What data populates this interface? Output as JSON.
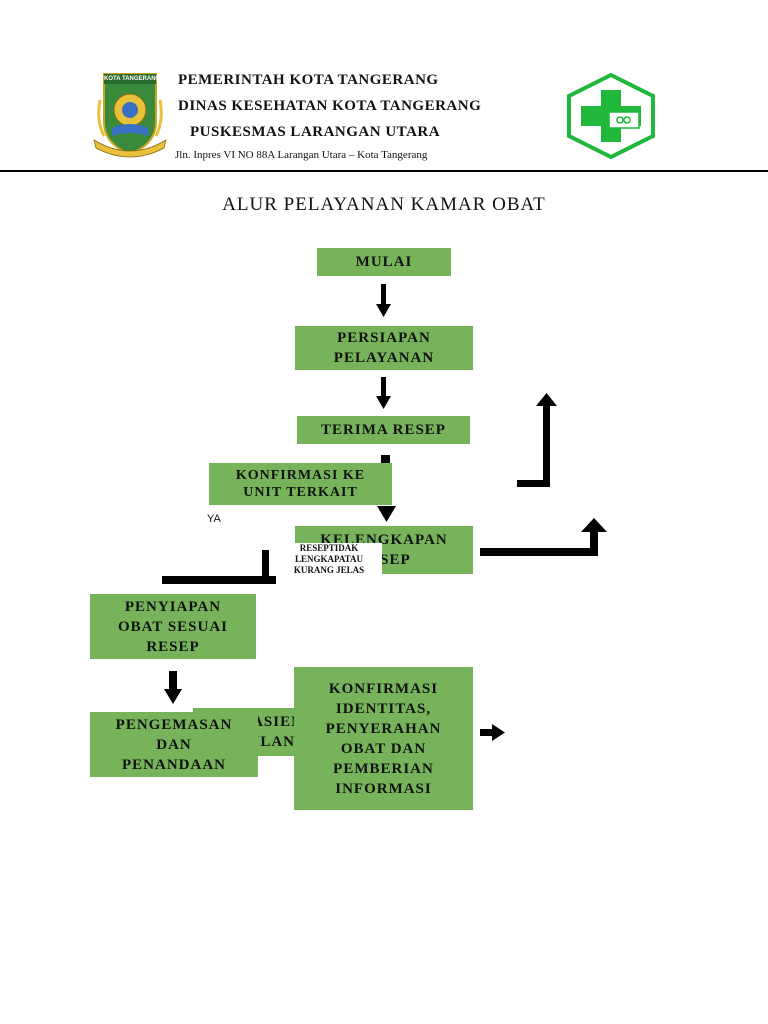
{
  "header": {
    "emblem_label": "KOTA TANGERANG",
    "line1": "PEMERINTAH KOTA TANGERANG",
    "line2": "DINAS KESEHATAN KOTA TANGERANG",
    "line3": "PUSKESMAS LARANGAN UTARA",
    "address": "Jln. Inpres VI NO 88A Larangan Utara – Kota Tangerang"
  },
  "title": "ALUR PELAYANAN KAMAR OBAT",
  "flow": {
    "mulai": "MULAI",
    "persiapan": "PERSIAPAN\nPELAYANAN",
    "terima": "TERIMA RESEP",
    "kelengkapan": "KELENGKAPAN\nRESEP",
    "konfirmasi_unit": "KONFIRMASI KE\nUNIT TERKAIT",
    "ya": "YA",
    "resep_tidak": "RESEPTIDAK\nLENGKAPATAU\nKURANG JELAS",
    "penyiapan": "PENYIAPAN\nOBAT SESUAI\nRESEP",
    "pengemasan": "PENGEMASAN\nDAN\nPENANDAAN",
    "pasien_pulang": "PASIEN\nPULANG",
    "konfirmasi_identitas": "KONFIRMASI\nIDENTITAS,\nPENYERAHAN\nOBAT DAN\nPEMBERIAN\nINFORMASI"
  },
  "colors": {
    "box_fill": "#76b35a",
    "logo_green": "#1fb83a",
    "text": "#111111",
    "arrow": "#000000"
  },
  "icons": {
    "left_logo": "kota-tangerang-emblem",
    "right_logo": "puskesmas-green-cross-logo"
  }
}
